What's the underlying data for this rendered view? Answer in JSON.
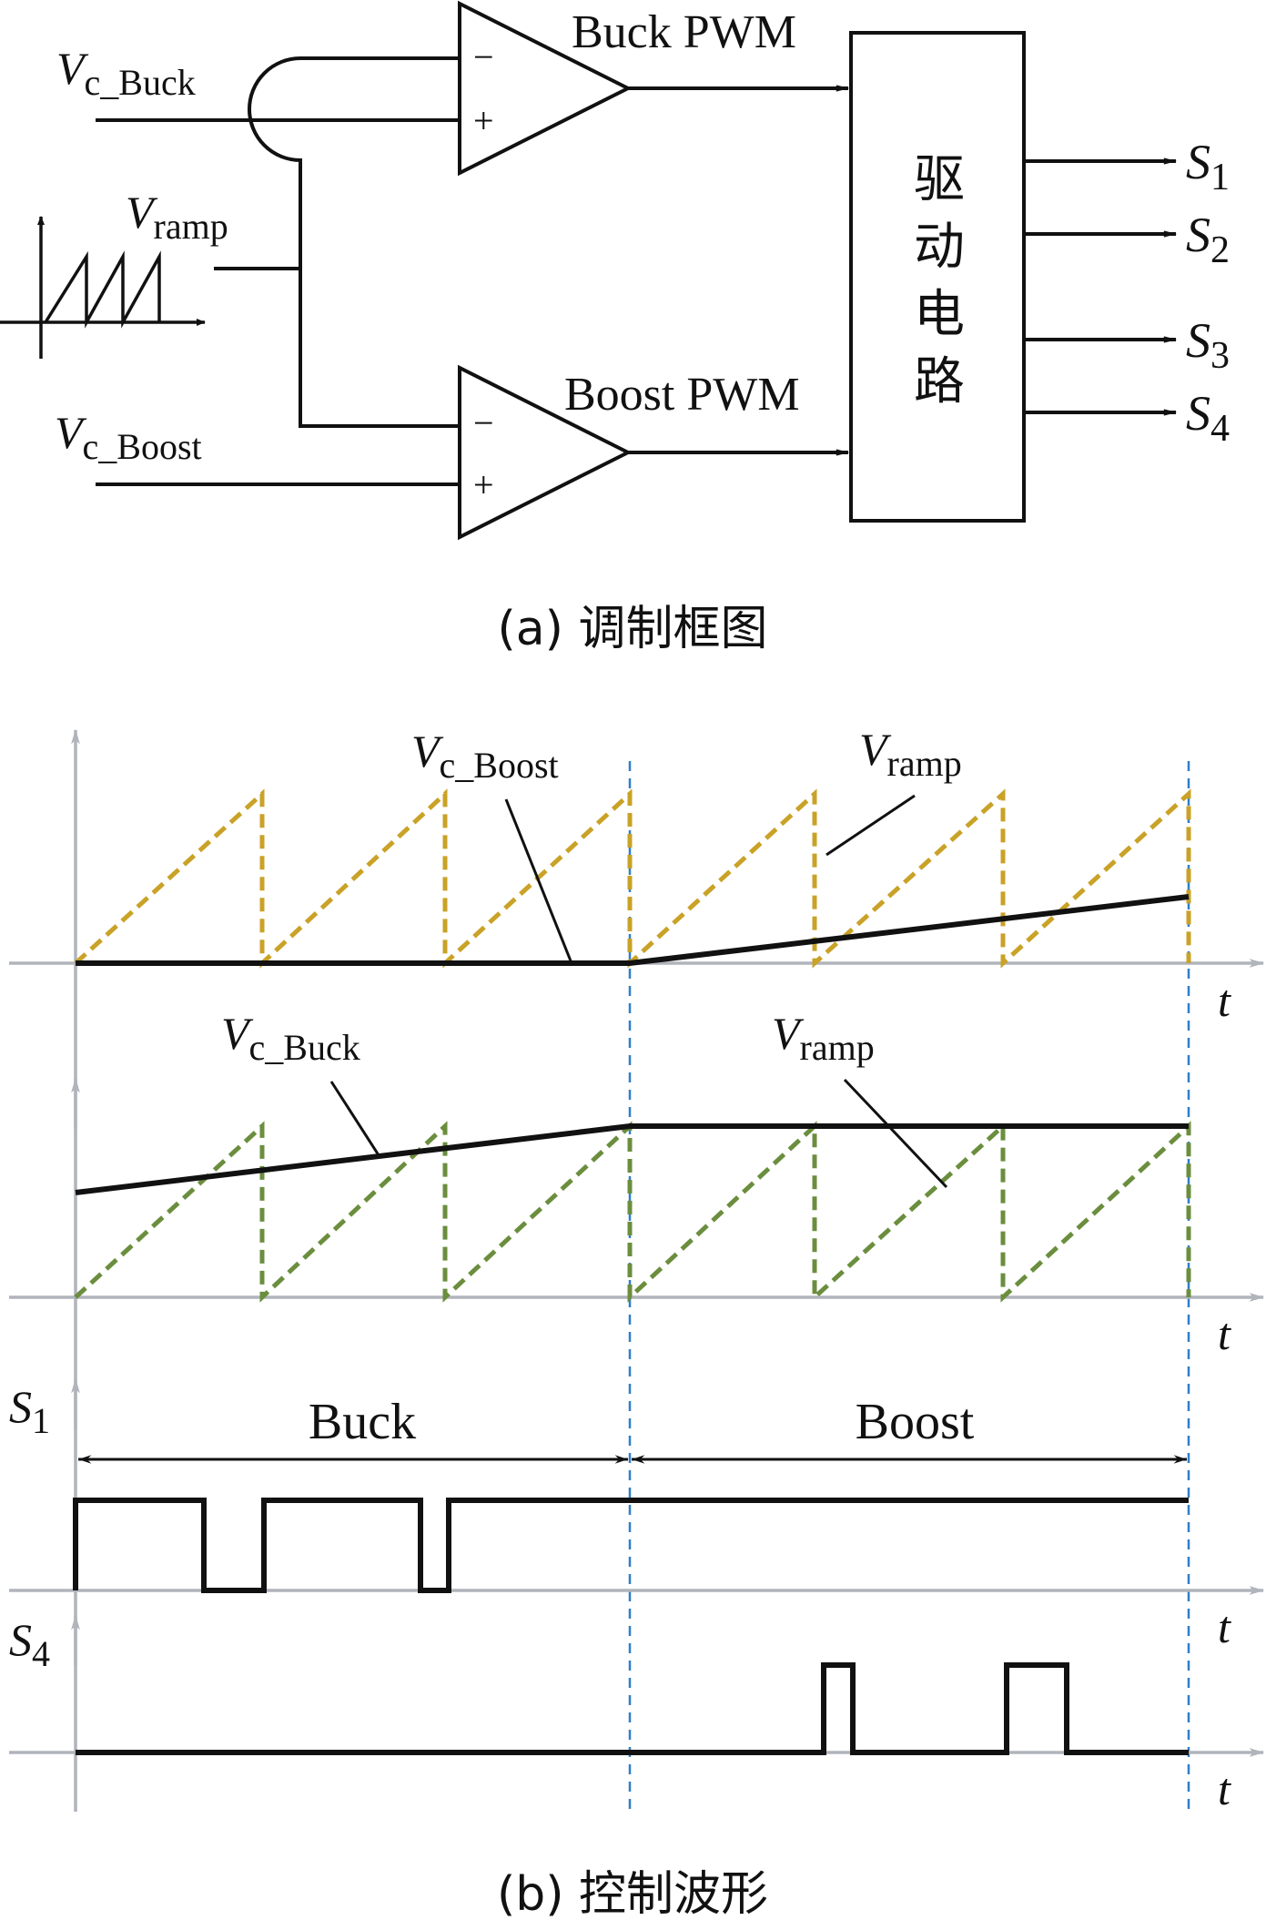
{
  "colors": {
    "ink": "#111111",
    "axis": "#b0b4bb",
    "ramp_boost": "#c9a227",
    "ramp_buck": "#6b8e3e",
    "divider": "#2f7fc9"
  },
  "part_a": {
    "caption": "(a) 调制框图",
    "inputs": {
      "vc_buck": {
        "main": "V",
        "sub": "c_Buck"
      },
      "vramp": {
        "main": "V",
        "sub": "ramp"
      },
      "vc_boost": {
        "main": "V",
        "sub": "c_Boost"
      }
    },
    "comparator_minus": "−",
    "comparator_plus": "+",
    "buck_pwm": "Buck PWM",
    "boost_pwm": "Boost PWM",
    "driver_block": [
      "驱",
      "动",
      "电",
      "路"
    ],
    "outputs": [
      {
        "main": "S",
        "sub": "1"
      },
      {
        "main": "S",
        "sub": "2"
      },
      {
        "main": "S",
        "sub": "3"
      },
      {
        "main": "S",
        "sub": "4"
      }
    ]
  },
  "part_b": {
    "caption": "(b) 控制波形",
    "axis_t": "t",
    "boost_panel": {
      "control": {
        "main": "V",
        "sub": "c_Boost"
      },
      "ramp": {
        "main": "V",
        "sub": "ramp"
      }
    },
    "buck_panel": {
      "control": {
        "main": "V",
        "sub": "c_Buck"
      },
      "ramp": {
        "main": "V",
        "sub": "ramp"
      }
    },
    "s1_label": {
      "main": "S",
      "sub": "1"
    },
    "s4_label": {
      "main": "S",
      "sub": "4"
    },
    "mode_buck": "Buck",
    "mode_boost": "Boost"
  }
}
